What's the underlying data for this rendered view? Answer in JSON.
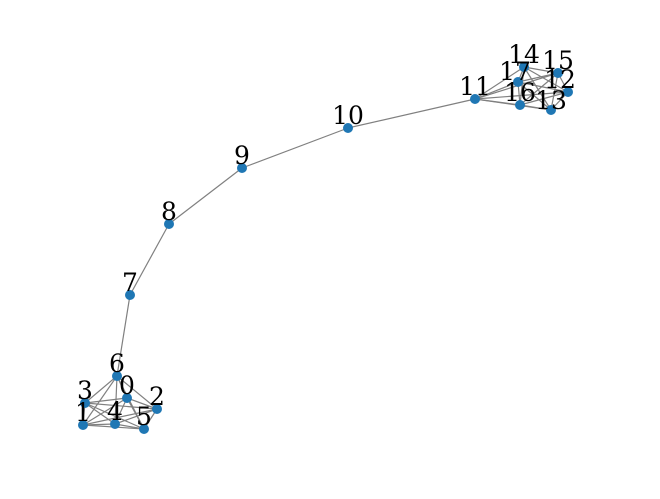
{
  "graph": {
    "node_color": "#1f77b4",
    "edge_color": "#808080",
    "label_color": "#000000",
    "nodes": [
      {
        "id": "0",
        "label": "0"
      },
      {
        "id": "1",
        "label": "1"
      },
      {
        "id": "2",
        "label": "2"
      },
      {
        "id": "3",
        "label": "3"
      },
      {
        "id": "4",
        "label": "4"
      },
      {
        "id": "5",
        "label": "5"
      },
      {
        "id": "6",
        "label": "6"
      },
      {
        "id": "7",
        "label": "7"
      },
      {
        "id": "8",
        "label": "8"
      },
      {
        "id": "9",
        "label": "9"
      },
      {
        "id": "10",
        "label": "10"
      },
      {
        "id": "11",
        "label": "11"
      },
      {
        "id": "12",
        "label": "12"
      },
      {
        "id": "13",
        "label": "13"
      },
      {
        "id": "14",
        "label": "14"
      },
      {
        "id": "15",
        "label": "15"
      },
      {
        "id": "16",
        "label": "16"
      },
      {
        "id": "17",
        "label": "17"
      }
    ],
    "edges": [
      [
        "0",
        "1"
      ],
      [
        "0",
        "2"
      ],
      [
        "0",
        "3"
      ],
      [
        "0",
        "4"
      ],
      [
        "0",
        "5"
      ],
      [
        "0",
        "6"
      ],
      [
        "1",
        "2"
      ],
      [
        "1",
        "3"
      ],
      [
        "1",
        "4"
      ],
      [
        "1",
        "5"
      ],
      [
        "1",
        "6"
      ],
      [
        "2",
        "3"
      ],
      [
        "2",
        "4"
      ],
      [
        "2",
        "5"
      ],
      [
        "2",
        "6"
      ],
      [
        "3",
        "4"
      ],
      [
        "3",
        "5"
      ],
      [
        "3",
        "6"
      ],
      [
        "4",
        "5"
      ],
      [
        "4",
        "6"
      ],
      [
        "5",
        "6"
      ],
      [
        "6",
        "7"
      ],
      [
        "7",
        "8"
      ],
      [
        "8",
        "9"
      ],
      [
        "9",
        "10"
      ],
      [
        "10",
        "11"
      ],
      [
        "11",
        "12"
      ],
      [
        "11",
        "13"
      ],
      [
        "11",
        "14"
      ],
      [
        "11",
        "15"
      ],
      [
        "11",
        "16"
      ],
      [
        "11",
        "17"
      ],
      [
        "12",
        "13"
      ],
      [
        "12",
        "14"
      ],
      [
        "12",
        "15"
      ],
      [
        "12",
        "16"
      ],
      [
        "12",
        "17"
      ],
      [
        "13",
        "14"
      ],
      [
        "13",
        "15"
      ],
      [
        "13",
        "16"
      ],
      [
        "13",
        "17"
      ],
      [
        "14",
        "15"
      ],
      [
        "14",
        "16"
      ],
      [
        "14",
        "17"
      ],
      [
        "15",
        "16"
      ],
      [
        "15",
        "17"
      ],
      [
        "16",
        "17"
      ]
    ]
  }
}
